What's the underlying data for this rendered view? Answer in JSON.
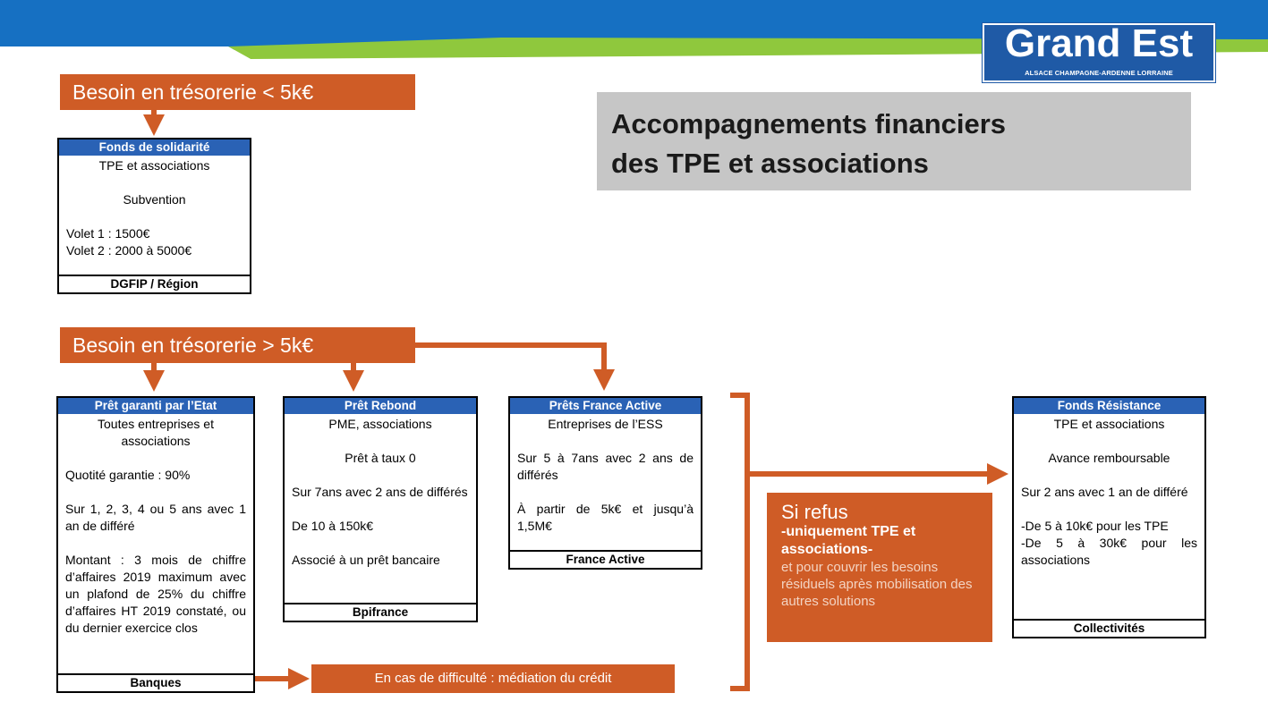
{
  "colors": {
    "accent_orange": "#cf5c26",
    "header_blue": "#2a62b5",
    "banner_blue": "#1670c2",
    "banner_green": "#8fc83d",
    "title_gray": "#c6c6c6"
  },
  "logo": {
    "name": "Grand Est",
    "subtitle": "ALSACE CHAMPAGNE-ARDENNE LORRAINE"
  },
  "title": {
    "line1": "Accompagnements financiers",
    "line2": "des TPE et associations"
  },
  "need_small": "Besoin en trésorerie < 5k€",
  "need_large": "Besoin en trésorerie > 5k€",
  "fonds_solidarite": {
    "header": "Fonds de solidarité",
    "line1": "TPE et associations",
    "line2": "Subvention",
    "line3": "Volet 1 : 1500€",
    "line4": "Volet 2 : 2000 à 5000€",
    "footer": "DGFIP / Région"
  },
  "pret_garanti": {
    "header": "Prêt garanti par l’Etat",
    "p1": "Toutes entreprises et associations",
    "p2": "Quotité garantie : 90%",
    "p3": "Sur 1, 2, 3, 4 ou 5 ans avec 1 an de différé",
    "p4": "Montant : 3 mois de chiffre d’affaires 2019 maximum avec un plafond de 25% du chiffre d’affaires HT 2019 constaté, ou du dernier exercice clos",
    "footer": "Banques"
  },
  "pret_rebond": {
    "header": "Prêt Rebond",
    "p1": "PME, associations",
    "p2": "Prêt à taux 0",
    "p3": "Sur 7ans avec 2 ans de différés",
    "p4": "De 10 à 150k€",
    "p5": "Associé à un prêt bancaire",
    "footer": "Bpifrance"
  },
  "france_active": {
    "header": "Prêts France Active",
    "p1": "Entreprises de l’ESS",
    "p2": "Sur 5 à 7ans avec 2 ans de différés",
    "p3": "À partir de 5k€ et jusqu’à 1,5M€",
    "footer": "France Active"
  },
  "refus": {
    "line1": "Si refus",
    "line2": "-uniquement TPE et associations-",
    "line3": "et pour couvrir les besoins résiduels après mobilisation des autres solutions"
  },
  "fonds_resistance": {
    "header": "Fonds Résistance",
    "p1": "TPE et associations",
    "p2": "Avance remboursable",
    "p3": "Sur 2 ans avec 1 an de différé",
    "p4": "-De 5 à 10k€ pour les TPE",
    "p5": "-De 5 à 30k€ pour les associations",
    "footer": "Collectivités"
  },
  "mediation": "En cas de difficulté : médiation du crédit"
}
